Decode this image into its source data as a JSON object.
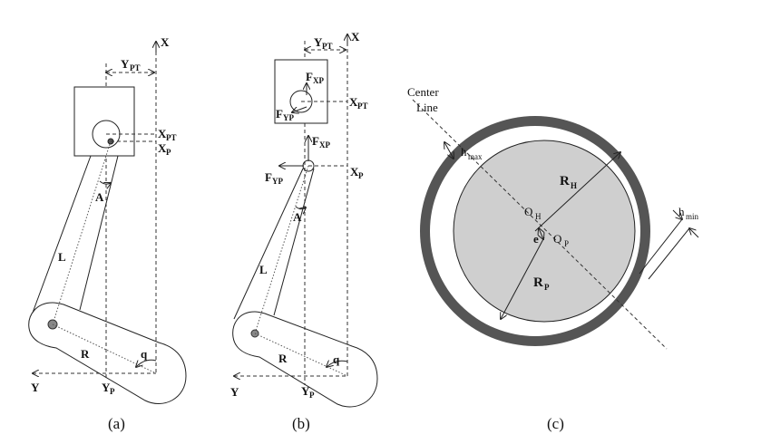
{
  "figure_a": {
    "caption": "(a)",
    "axis_x": "X",
    "axis_y": "Y",
    "y_pt": "Y",
    "y_pt_sub": "PT",
    "x_pt": "X",
    "x_pt_sub": "PT",
    "x_p": "X",
    "x_p_sub": "P",
    "y_p": "Y",
    "y_p_sub": "P",
    "angle_a": "A",
    "length_l": "L",
    "radius_r": "R",
    "angle_q": "q"
  },
  "figure_b": {
    "caption": "(b)",
    "axis_x": "X",
    "axis_y": "Y",
    "y_pt": "Y",
    "y_pt_sub": "PT",
    "x_pt": "X",
    "x_pt_sub": "PT",
    "f_xp_upper": "F",
    "f_xp_upper_sub": "XP",
    "f_yp_upper": "F",
    "f_yp_upper_sub": "YP",
    "f_xp_lower": "F",
    "f_xp_lower_sub": "XP",
    "f_yp_lower": "F",
    "f_yp_lower_sub": "YP",
    "x_p": "X",
    "x_p_sub": "P",
    "y_p": "Y",
    "y_p_sub": "P",
    "angle_a": "A",
    "length_l": "L",
    "radius_r": "R",
    "angle_q": "q"
  },
  "figure_c": {
    "caption": "(c)",
    "center_line_1": "Center",
    "center_line_2": "Line",
    "h_max": "h",
    "h_max_sub": "max",
    "h_min": "h",
    "h_min_sub": "min",
    "r_h": "R",
    "r_h_sub": "H",
    "r_p": "R",
    "r_p_sub": "P",
    "o_h": "O",
    "o_h_sub": "H",
    "o_p": "O",
    "o_p_sub": "P",
    "e": "e"
  }
}
